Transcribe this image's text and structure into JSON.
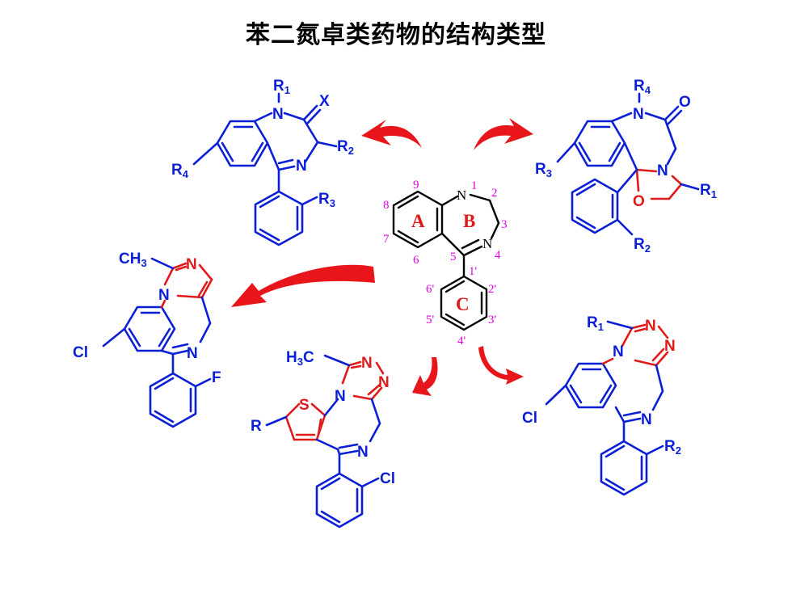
{
  "title": "苯二氮卓类药物的结构类型",
  "core": {
    "ring_labels": [
      "A",
      "B",
      "C"
    ],
    "positions": [
      "1",
      "2",
      "3",
      "4",
      "5",
      "6",
      "7",
      "8",
      "9",
      "1'",
      "2'",
      "3'",
      "4'",
      "5'",
      "6'"
    ],
    "atoms": {
      "n1": "N",
      "n4": "N"
    }
  },
  "labels": {
    "N": "N",
    "O": "O",
    "S": "S",
    "X": "X",
    "Cl": "Cl",
    "F": "F",
    "R": "R",
    "CH": "CH",
    "H": "H",
    "C": "C",
    "three": "3",
    "R1": "1",
    "R2": "2",
    "R3": "3",
    "R4": "4"
  },
  "colors": {
    "skeleton": "#0a1fd6",
    "highlight": "#e01a1a",
    "numbering": "#e000e0",
    "arrow": "#e8161b",
    "core": "#000000"
  }
}
